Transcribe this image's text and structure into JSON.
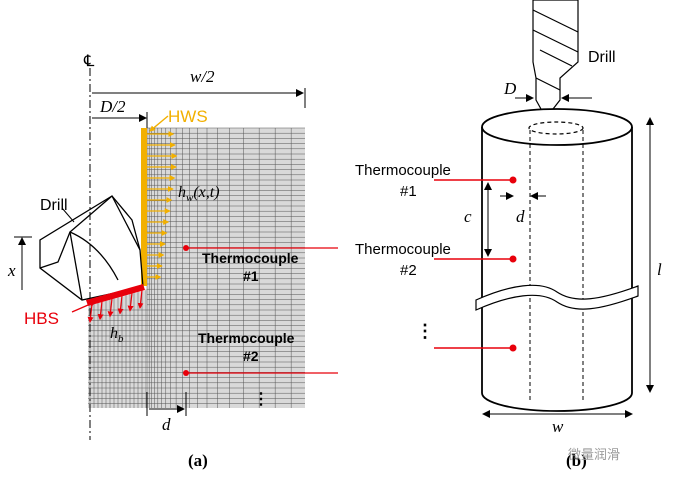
{
  "panel_a": {
    "caption": "(a)",
    "centerline_symbol": "℄",
    "dim_half_width": "w/2",
    "dim_half_diameter": "D/2",
    "hws_label": "HWS",
    "hws_formula_h": "h",
    "hws_formula_sub": "w",
    "hws_formula_args": "(x,t)",
    "drill_label": "Drill",
    "x_label": "x",
    "hbs_label": "HBS",
    "hbs_formula_h": "h",
    "hbs_formula_sub": "b",
    "thermocouple_1_label": "Thermocouple",
    "thermocouple_1_number": "#1",
    "thermocouple_2_label": "Thermocouple",
    "thermocouple_2_number": "#2",
    "dim_d": "d",
    "more_dots": "⋮"
  },
  "panel_b": {
    "caption": "(b)",
    "drill_label": "Drill",
    "dim_D": "D",
    "thermocouple_1_label": "Thermocouple",
    "thermocouple_1_number": "#1",
    "thermocouple_2_label": "Thermocouple",
    "thermocouple_2_number": "#2",
    "dim_c": "c",
    "dim_d": "d",
    "dim_l": "l",
    "dim_w": "w",
    "more_dots": "⋮"
  },
  "watermark": "微量润滑",
  "colors": {
    "hws": "#f2b000",
    "hbs": "#e8000b",
    "thermocouple_line": "#e8000b",
    "mesh_fill": "#d9d9d9",
    "mesh_line": "#555555"
  }
}
